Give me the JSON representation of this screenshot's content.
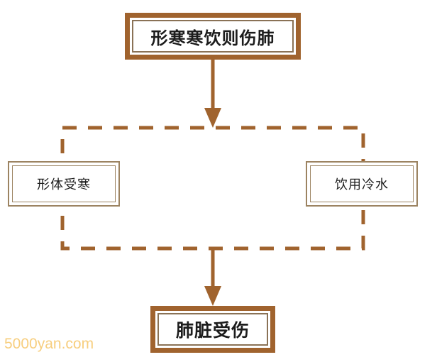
{
  "diagram": {
    "title_node": {
      "label": "形寒寒饮则伤肺"
    },
    "branch_nodes": [
      {
        "label": "形体受寒"
      },
      {
        "label": "饮用冷水"
      }
    ],
    "result_node": {
      "label": "肺脏受伤"
    },
    "connectors": [
      {
        "name": "arrow-top-to-group",
        "kind": "arrow",
        "direction": "down"
      },
      {
        "name": "group-bracket",
        "kind": "dashed-rectangle"
      },
      {
        "name": "arrow-group-to-result",
        "kind": "arrow",
        "direction": "down"
      }
    ],
    "colors": {
      "strong_border": "#A0632E",
      "inner_border": "#8A7256",
      "light_border": "#9C8361",
      "dashed": "#A0632E",
      "arrow": "#A0632E",
      "text": "#1c1c1c",
      "background": "#ffffff",
      "watermark": "#F7CE7E"
    }
  },
  "watermark": {
    "text": "5000yan.com"
  }
}
